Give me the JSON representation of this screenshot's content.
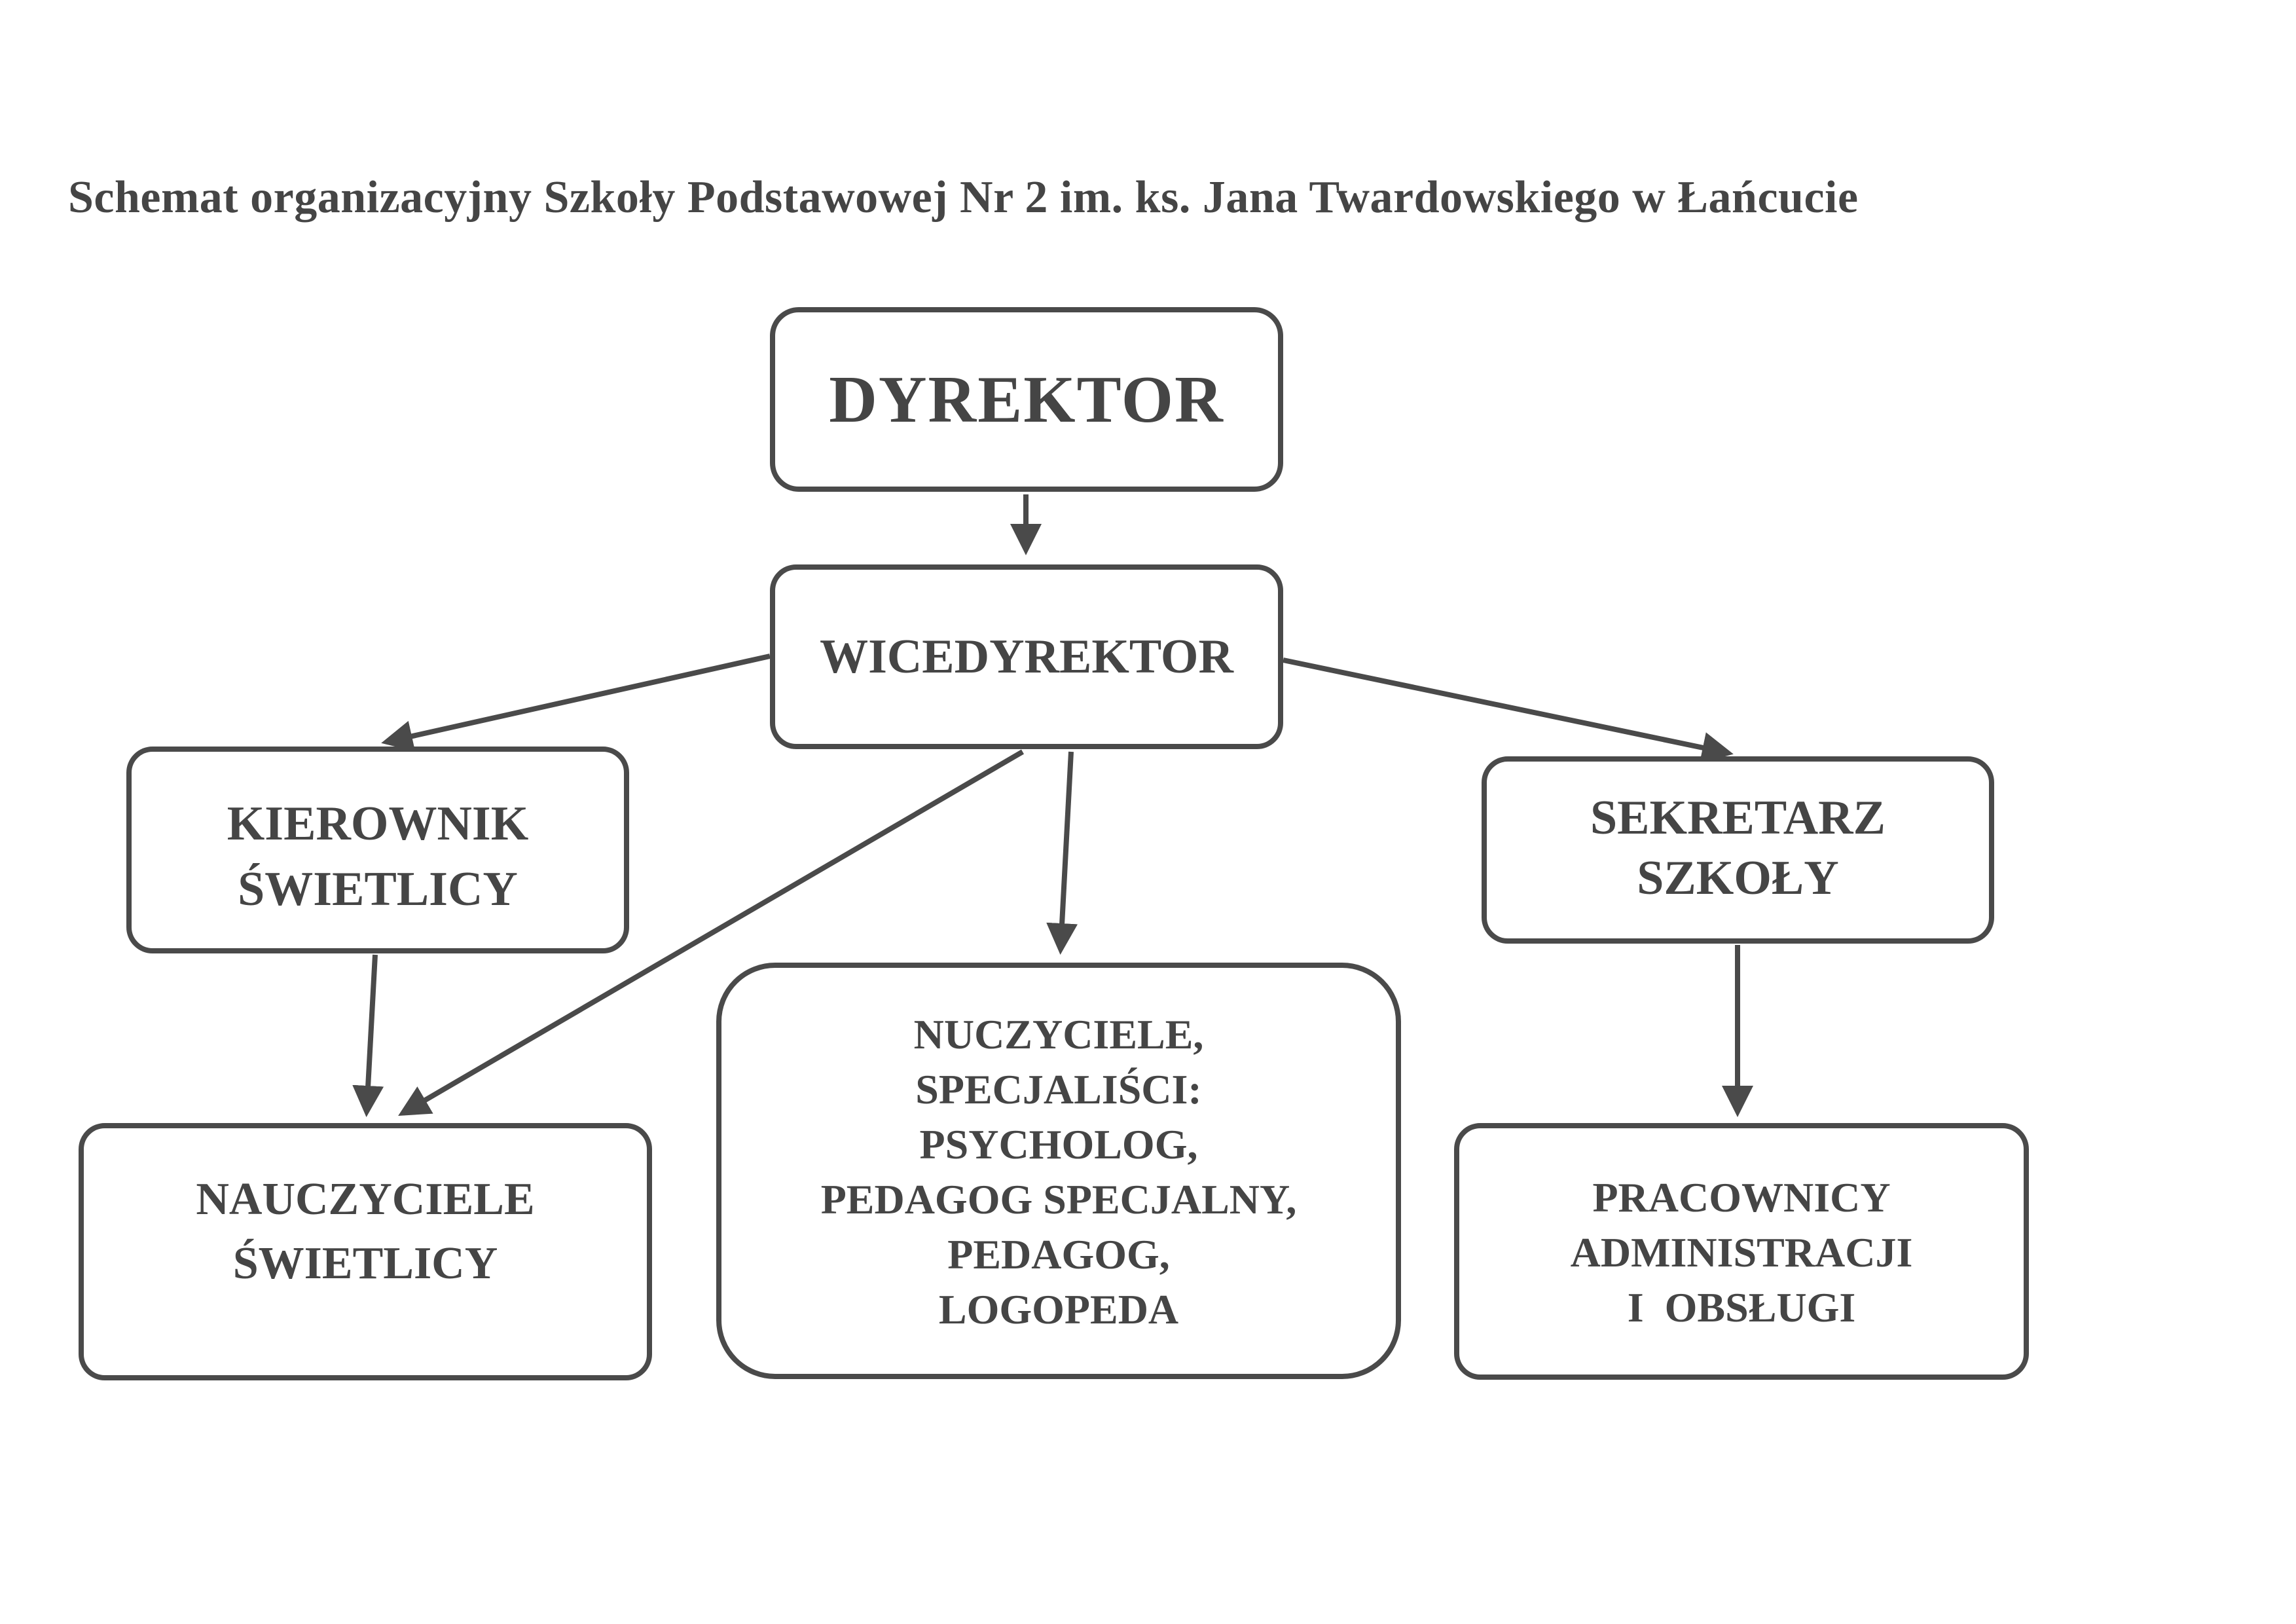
{
  "title": "Schemat organizacyjny Szkoły Podstawowej Nr 2 im. ks. Jana Twardowskiego w Łańcucie",
  "nodes": {
    "dyrektor": [
      "DYREKTOR"
    ],
    "wicedyrektor": [
      "WICEDYREKTOR"
    ],
    "kierownik_swietlicy": [
      "KIEROWNIK",
      "ŚWIETLICY"
    ],
    "sekretarz_szkoly": [
      "SEKRETARZ",
      "SZKOŁY"
    ],
    "nauczyciele_swietlicy": [
      "NAUCZYCIELE",
      "ŚWIETLICY"
    ],
    "nauczyciele_specjalisci": [
      "NUCZYCIELE,",
      "SPECJALIŚCI:",
      "PSYCHOLOG,",
      "PEDAGOG SPECJALNY,",
      "PEDAGOG,",
      "LOGOPEDA"
    ],
    "pracownicy": [
      "PRACOWNICY",
      "ADMINISTRACJI",
      "I  OBSŁUGI"
    ]
  },
  "edges": [
    {
      "from": "dyrektor",
      "to": "wicedyrektor"
    },
    {
      "from": "wicedyrektor",
      "to": "kierownik_swietlicy"
    },
    {
      "from": "wicedyrektor",
      "to": "sekretarz_szkoly"
    },
    {
      "from": "wicedyrektor",
      "to": "nauczyciele_swietlicy"
    },
    {
      "from": "wicedyrektor",
      "to": "nauczyciele_specjalisci"
    },
    {
      "from": "kierownik_swietlicy",
      "to": "nauczyciele_swietlicy"
    },
    {
      "from": "sekretarz_szkoly",
      "to": "pracownicy"
    }
  ],
  "colors": {
    "ink": "#4a4a4a",
    "background": "#ffffff"
  }
}
